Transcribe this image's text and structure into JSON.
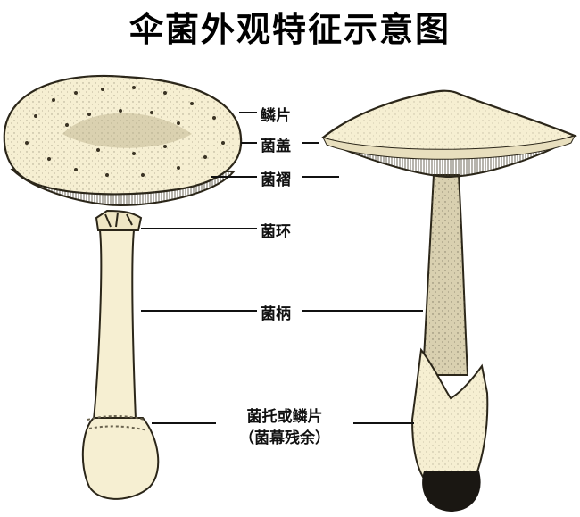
{
  "title": "伞菌外观特征示意图",
  "labels": {
    "scales": "鳞片",
    "cap": "菌盖",
    "gills": "菌褶",
    "ring": "菌环",
    "stipe": "菌柄",
    "volva_line1": "菌托或鳞片",
    "volva_line2": "（菌幕残余）"
  },
  "colors": {
    "cream": "#f6efd2",
    "stipple": "#6b6450",
    "outline": "#2b2619",
    "base_dark": "#1a1712"
  }
}
